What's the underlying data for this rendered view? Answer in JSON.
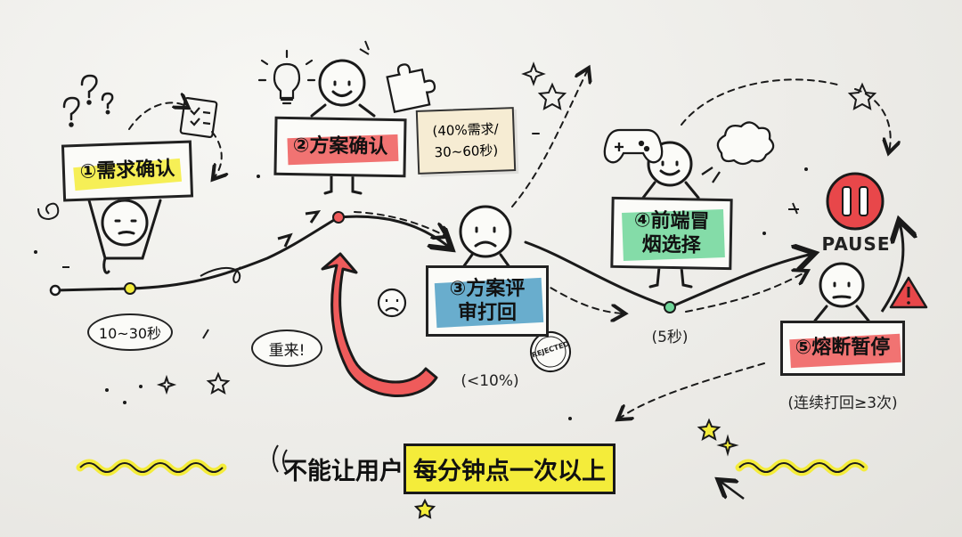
{
  "steps": {
    "s1": "①需求确认",
    "s2": "②方案确认",
    "s3_l1": "③方案评",
    "s3_l2": "审打回",
    "s4_l1": "④前端冒",
    "s4_l2": "烟选择",
    "s5": "⑤熔断暂停"
  },
  "notes": {
    "t1": "10~30秒",
    "card_l1": "(40%需求/",
    "card_l2": "30~60秒)",
    "retry": "重来!",
    "reject_rate": "(<10%)",
    "t4": "(5秒)",
    "consecutive": "(连续打回≥3次)",
    "pause": "PAUSE",
    "rejected_stamp": "REJECTED"
  },
  "bottom": {
    "prefix": "不能让用户",
    "highlight": "每分钟点一次以上"
  },
  "colors": {
    "yellow": "#f4ec3a",
    "red": "#ef5b5b",
    "blue": "#4f9fc6",
    "green": "#6fd69a",
    "ink": "#1a1a1a",
    "stop": "#e8474a"
  }
}
